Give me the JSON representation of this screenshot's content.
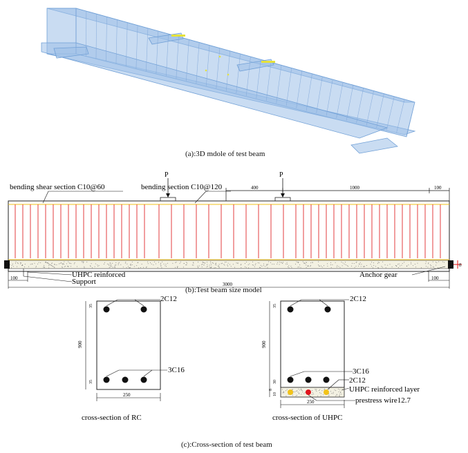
{
  "captions": {
    "a": "(a):3D mdole of test beam",
    "b": "(b):Test beam size model",
    "c": "(c):Cross-section of test beam"
  },
  "beam": {
    "load_left": "P",
    "load_right": "P",
    "shear_section_label": "bending shear section C10@60",
    "bending_section_label": "bending section C10@120",
    "dim_400": "400",
    "dim_1000": "1000",
    "dim_100_top": "100",
    "dim_100_left": "100",
    "dim_100_right": "100",
    "dim_3000": "3000",
    "dim_h": "8",
    "uhpc_label": "UHPC reinforced",
    "support_label": "Support",
    "anchor_label": "Anchor gear"
  },
  "rc_section": {
    "title": "cross-section of RC",
    "top_bars": "2C12",
    "bottom_bars": "3C16",
    "height": "900",
    "width": "250",
    "cover_top": "35",
    "cover_bottom": "35"
  },
  "uhpc_section": {
    "title": "cross-section of UHPC",
    "top_bars": "2C12",
    "bottom_bars": "3C16",
    "layer_bars": "2C12",
    "layer_label": "UHPC reinforced layer",
    "wire_label": "prestress wire12.7",
    "height": "900",
    "width": "250",
    "cover_top": "35",
    "cover_bottom": "30",
    "layer_dim": "8",
    "layer_dim2": "10"
  },
  "colors": {
    "model_fill": "#9dbfe8",
    "stirrup": "#e0262a",
    "yellow_bar": "#f2c319",
    "red_wire": "#e0141c",
    "dim_red": "#e01010"
  }
}
